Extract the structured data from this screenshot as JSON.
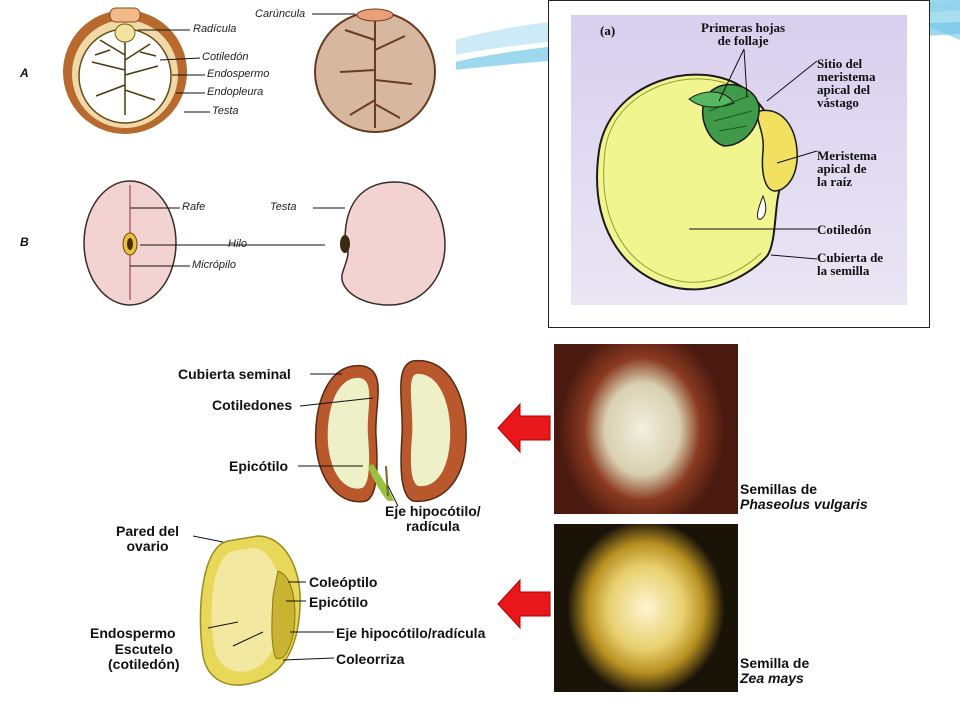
{
  "seed_a": {
    "row_a_label": "A",
    "row_b_label": "B",
    "labels": {
      "radicula": "Radícula",
      "caruncula": "Carúncula",
      "cotiledon": "Cotiledón",
      "endospermo": "Endospermo",
      "endopleura": "Endopleura",
      "testa_a": "Testa",
      "rafe": "Rafe",
      "testa_b": "Testa",
      "hilo": "Hilo",
      "micropilo": "Micrópilo"
    }
  },
  "seed_b": {
    "panel_tag": "(a)",
    "labels": {
      "primeras_hojas": [
        "Primeras hojas",
        "de follaje"
      ],
      "sitio_meristema": [
        "Sitio del",
        "meristema",
        "apical del",
        "vástago"
      ],
      "meristema_raiz": [
        "Meristema",
        "apical de",
        "la raíz"
      ],
      "cotiledon": "Cotiledón",
      "cubierta": [
        "Cubierta de",
        "la semilla"
      ]
    }
  },
  "seed_c": {
    "labels": {
      "cubierta_seminal": "Cubierta seminal",
      "cotiledones": "Cotiledones",
      "epicotilo": "Epicótilo",
      "eje_hipocotilo": [
        "Eje hipocótilo/",
        "radícula"
      ],
      "pared_ovario": [
        "Pared del",
        "ovario"
      ],
      "coleoptilo": "Coleóptilo",
      "epicotilo_maiz": "Epicótilo",
      "endospermo": "Endospermo",
      "escutelo": [
        "Escutelo",
        "(cotiledón)"
      ],
      "eje_hipocotilo_radicula": "Eje hipocótilo/radícula",
      "coleorriza": "Coleorriza"
    },
    "captions": {
      "phaseolus_prefix": "Semillas de",
      "phaseolus_species": "Phaseolus vulgaris",
      "zea_prefix": "Semilla de",
      "zea_species": "Zea mays"
    }
  },
  "colors": {
    "slide_accent": "#4fb8e0",
    "seed_fill": "#f0f590",
    "panel_bg": "#ddd4ef",
    "arrow": "#e8171b"
  }
}
